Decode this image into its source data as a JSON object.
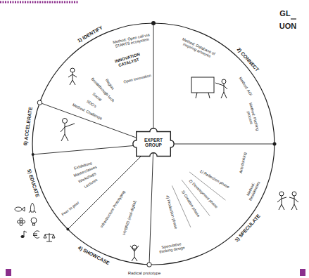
{
  "diagram": {
    "nodes": [
      {
        "text": [
          "EXPERT GROUP"
        ]
      }
    ],
    "labels": [
      "GL",
      "UON",
      "1) IDENTIFY",
      "Method: Open call via STARTS ecosystem",
      "INNOVATION CATALYST",
      "Open innovation",
      "Method: Challenge",
      "SDG's",
      "Social",
      "Breakthrough tech",
      "Region",
      "2) CONNECT",
      "Method: Database of inspiring artworks",
      "Method: AOI",
      "Method: Pitching process",
      "3) SPECULATE",
      "Arts thinking",
      "Method: Residencies",
      "1) Reflection phase",
      "2) Development phase",
      "3) Creation phase",
      "4) Production phase",
      "Speculative thinking design",
      "4) SHOWCASE",
      "HYBRID (real-digital)",
      "Infrastructure Prototyping",
      "Radical prototype",
      "5) EDUCATE",
      "Lectures",
      "Workshops",
      "Masterclasses",
      "Exhibitions",
      "Peer to peer",
      "6) ACCELERATE"
    ]
  }
}
